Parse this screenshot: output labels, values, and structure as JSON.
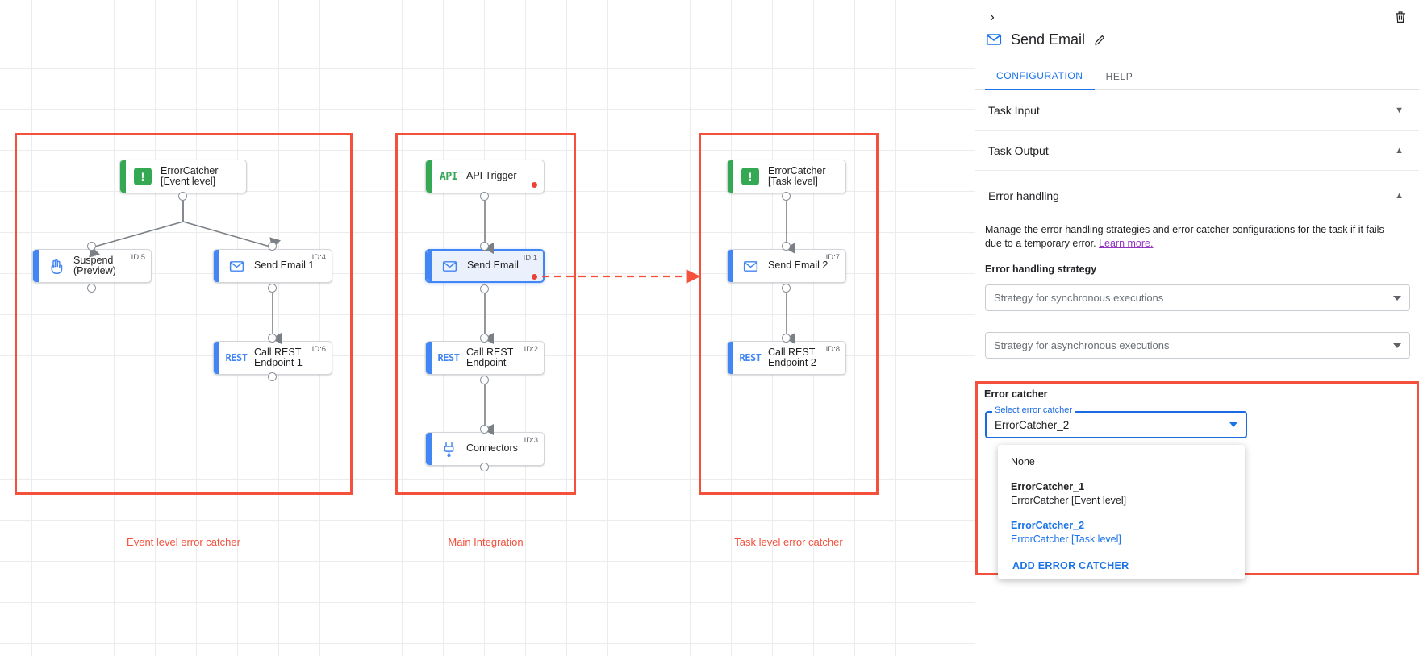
{
  "canvas": {
    "groups": [
      {
        "label": "Event level error catcher"
      },
      {
        "label": "Main Integration"
      },
      {
        "label": "Task level error catcher"
      }
    ],
    "nodes": [
      {
        "id": "ec1",
        "label": "ErrorCatcher\n[Event level]",
        "icon": "error-catcher-icon",
        "badge": ""
      },
      {
        "id": "suspend",
        "label": "Suspend\n(Preview)",
        "icon": "suspend-hand-icon",
        "badge": "ID:5"
      },
      {
        "id": "sendemail1",
        "label": "Send Email 1",
        "icon": "email-icon",
        "badge": "ID:4"
      },
      {
        "id": "rest1",
        "label": "Call REST\nEndpoint 1",
        "icon": "rest-icon",
        "badge": "ID:6"
      },
      {
        "id": "apitrigger",
        "label": "API Trigger",
        "icon": "api-icon",
        "badge": ""
      },
      {
        "id": "sendemail",
        "label": "Send Email",
        "icon": "email-icon",
        "badge": "ID:1"
      },
      {
        "id": "rest",
        "label": "Call REST\nEndpoint",
        "icon": "rest-icon",
        "badge": "ID:2"
      },
      {
        "id": "connectors",
        "label": "Connectors",
        "icon": "connectors-icon",
        "badge": "ID:3"
      },
      {
        "id": "ec2",
        "label": "ErrorCatcher\n[Task level]",
        "icon": "error-catcher-icon",
        "badge": ""
      },
      {
        "id": "sendemail2",
        "label": "Send Email 2",
        "icon": "email-icon",
        "badge": "ID:7"
      },
      {
        "id": "rest2",
        "label": "Call REST\nEndpoint 2",
        "icon": "rest-icon",
        "badge": "ID:8"
      }
    ],
    "icon_text": {
      "api": "API",
      "rest": "REST",
      "error_catcher": "!"
    }
  },
  "panel": {
    "title": "Send Email",
    "title_icon": "email-icon",
    "edit_icon": "pencil-icon",
    "delete_icon": "trash-icon",
    "collapse_icon": "chevron-right-icon",
    "tabs": [
      {
        "label": "CONFIGURATION",
        "active": true
      },
      {
        "label": "HELP",
        "active": false
      }
    ],
    "sections": [
      {
        "label": "Task Input",
        "state": "collapsed"
      },
      {
        "label": "Task Output",
        "state": "expanded"
      },
      {
        "label": "Error handling",
        "state": "expanded"
      }
    ],
    "error_handling": {
      "description": "Manage the error handling strategies and error catcher configurations for the task if it fails due to a temporary error.",
      "learn_more": "Learn more.",
      "strategy_label": "Error handling strategy",
      "sync_select_placeholder": "Strategy for synchronous executions",
      "async_select_placeholder": "Strategy for asynchronous executions"
    },
    "error_catcher": {
      "section_label": "Error catcher",
      "field_label": "Select error catcher",
      "value": "ErrorCatcher_2",
      "options": [
        {
          "primary": "None",
          "secondary": "",
          "selected": false
        },
        {
          "primary": "ErrorCatcher_1",
          "secondary": "ErrorCatcher [Event level]",
          "selected": false
        },
        {
          "primary": "ErrorCatcher_2",
          "secondary": "ErrorCatcher [Task level]",
          "selected": true
        }
      ],
      "add_action": "ADD ERROR CATCHER"
    }
  },
  "colors": {
    "accent_blue": "#1a73e8",
    "highlight_red": "#f4503c",
    "green": "#34a853",
    "link_purple": "#9334c0"
  }
}
